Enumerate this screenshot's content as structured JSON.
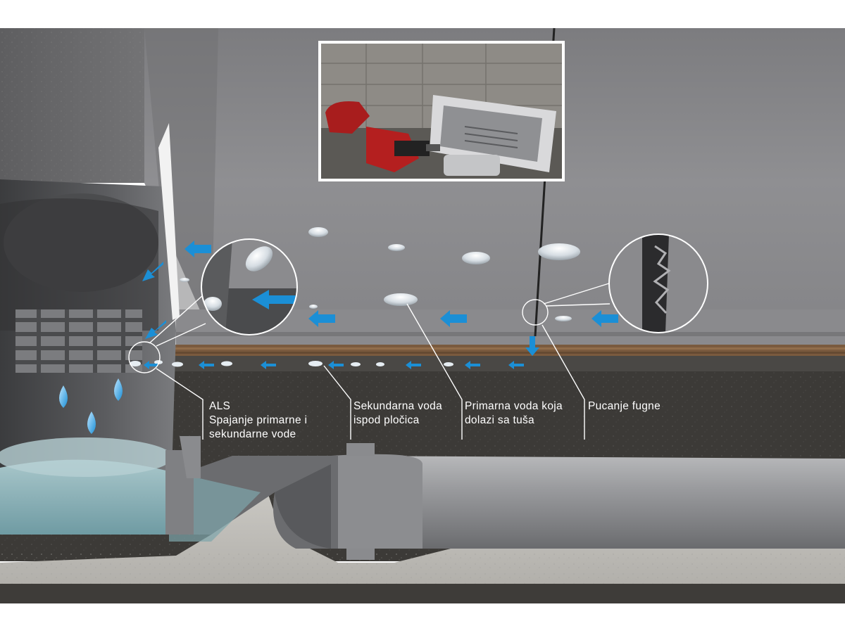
{
  "callouts": {
    "als": {
      "title": "ALS",
      "line1": "Spajanje primarne i",
      "line2": "sekundarne vode"
    },
    "secondary": {
      "line1": "Sekundarna voda",
      "line2": "ispod pločica"
    },
    "primary": {
      "line1": "Primarna voda koja",
      "line2": "dolazi sa tuša"
    },
    "crack": {
      "line1": "Pucanje fugne"
    }
  },
  "colors": {
    "water_arrow": "#1b8fd6",
    "label_text": "#ffffff",
    "tile": "#8a8a8c",
    "screed": "#3c3a37",
    "pipe": "#8e8f92",
    "drain_body": "#6d6e71",
    "membrane": "#7a5a3e"
  },
  "icons": {
    "flow": "arrow-icon",
    "droplet": "water-drop-icon",
    "drill": "drill-icon"
  }
}
